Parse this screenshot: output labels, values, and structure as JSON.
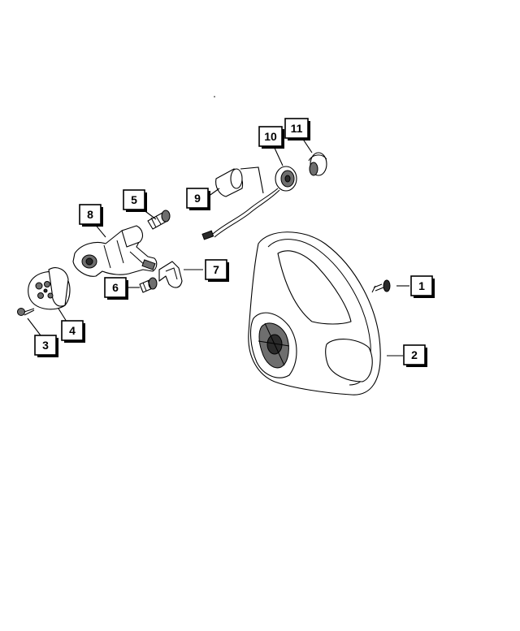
{
  "callouts": [
    {
      "id": "1",
      "label": "1"
    },
    {
      "id": "2",
      "label": "2"
    },
    {
      "id": "3",
      "label": "3"
    },
    {
      "id": "4",
      "label": "4"
    },
    {
      "id": "5",
      "label": "5"
    },
    {
      "id": "6",
      "label": "6"
    },
    {
      "id": "7",
      "label": "7"
    },
    {
      "id": "8",
      "label": "8"
    },
    {
      "id": "9",
      "label": "9"
    },
    {
      "id": "10",
      "label": "10"
    },
    {
      "id": "11",
      "label": "11"
    }
  ],
  "colors": {
    "line": "#000000",
    "background": "#ffffff",
    "shading": "#6e6e6e"
  }
}
